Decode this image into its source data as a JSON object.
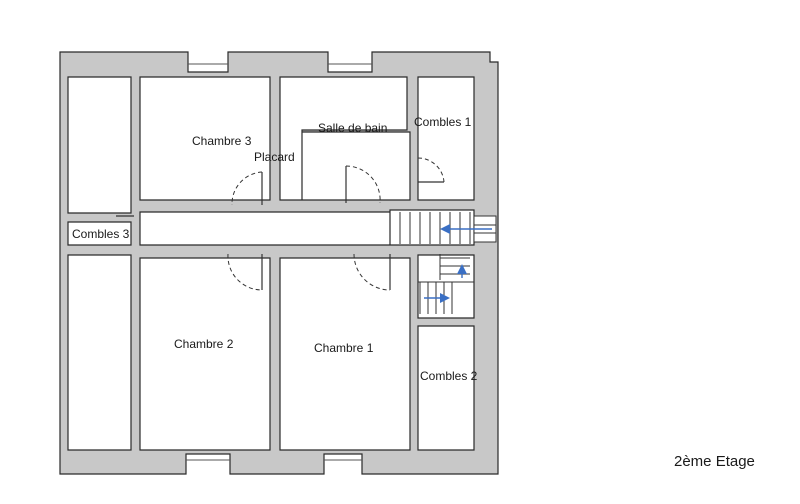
{
  "floor_label": "2ème Etage",
  "rooms": {
    "chambre3": "Chambre 3",
    "placard": "Placard",
    "salle_de_bain": "Salle de bain",
    "combles1": "Combles 1",
    "combles3": "Combles 3",
    "chambre2": "Chambre 2",
    "chambre1": "Chambre 1",
    "combles2": "Combles 2"
  },
  "colors": {
    "wall_fill": "#c8c8c8",
    "wall_stroke": "#2a2a2a",
    "stair_arrow": "#3a6fc4"
  }
}
